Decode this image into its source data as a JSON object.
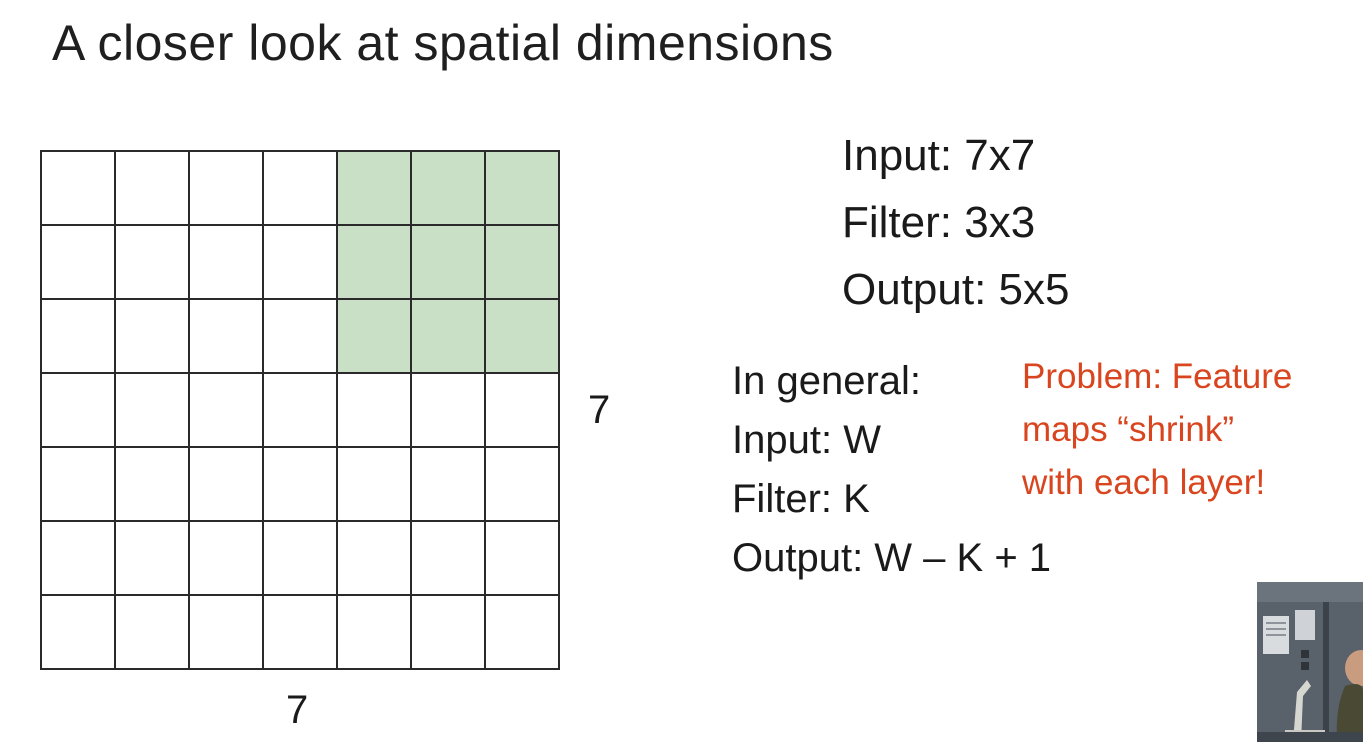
{
  "slide": {
    "title": "A closer look at spatial dimensions"
  },
  "grid": {
    "rows": 7,
    "cols": 7,
    "highlight": {
      "row_start": 0,
      "row_end": 2,
      "col_start": 4,
      "col_end": 6
    },
    "cell_color": "#ffffff",
    "highlight_color": "#c9dfc6",
    "line_color": "#2a2a2a",
    "height_label": "7",
    "width_label": "7"
  },
  "specs": {
    "input": "Input: 7x7",
    "filter": "Filter: 3x3",
    "output": "Output: 5x5"
  },
  "general": {
    "heading": "In general:",
    "input": "Input: W",
    "filter": "Filter: K",
    "output": "Output: W – K + 1"
  },
  "problem": {
    "color": "#d9451e",
    "lines": [
      "Problem: Feature",
      "maps “shrink”",
      "with each layer!"
    ]
  }
}
